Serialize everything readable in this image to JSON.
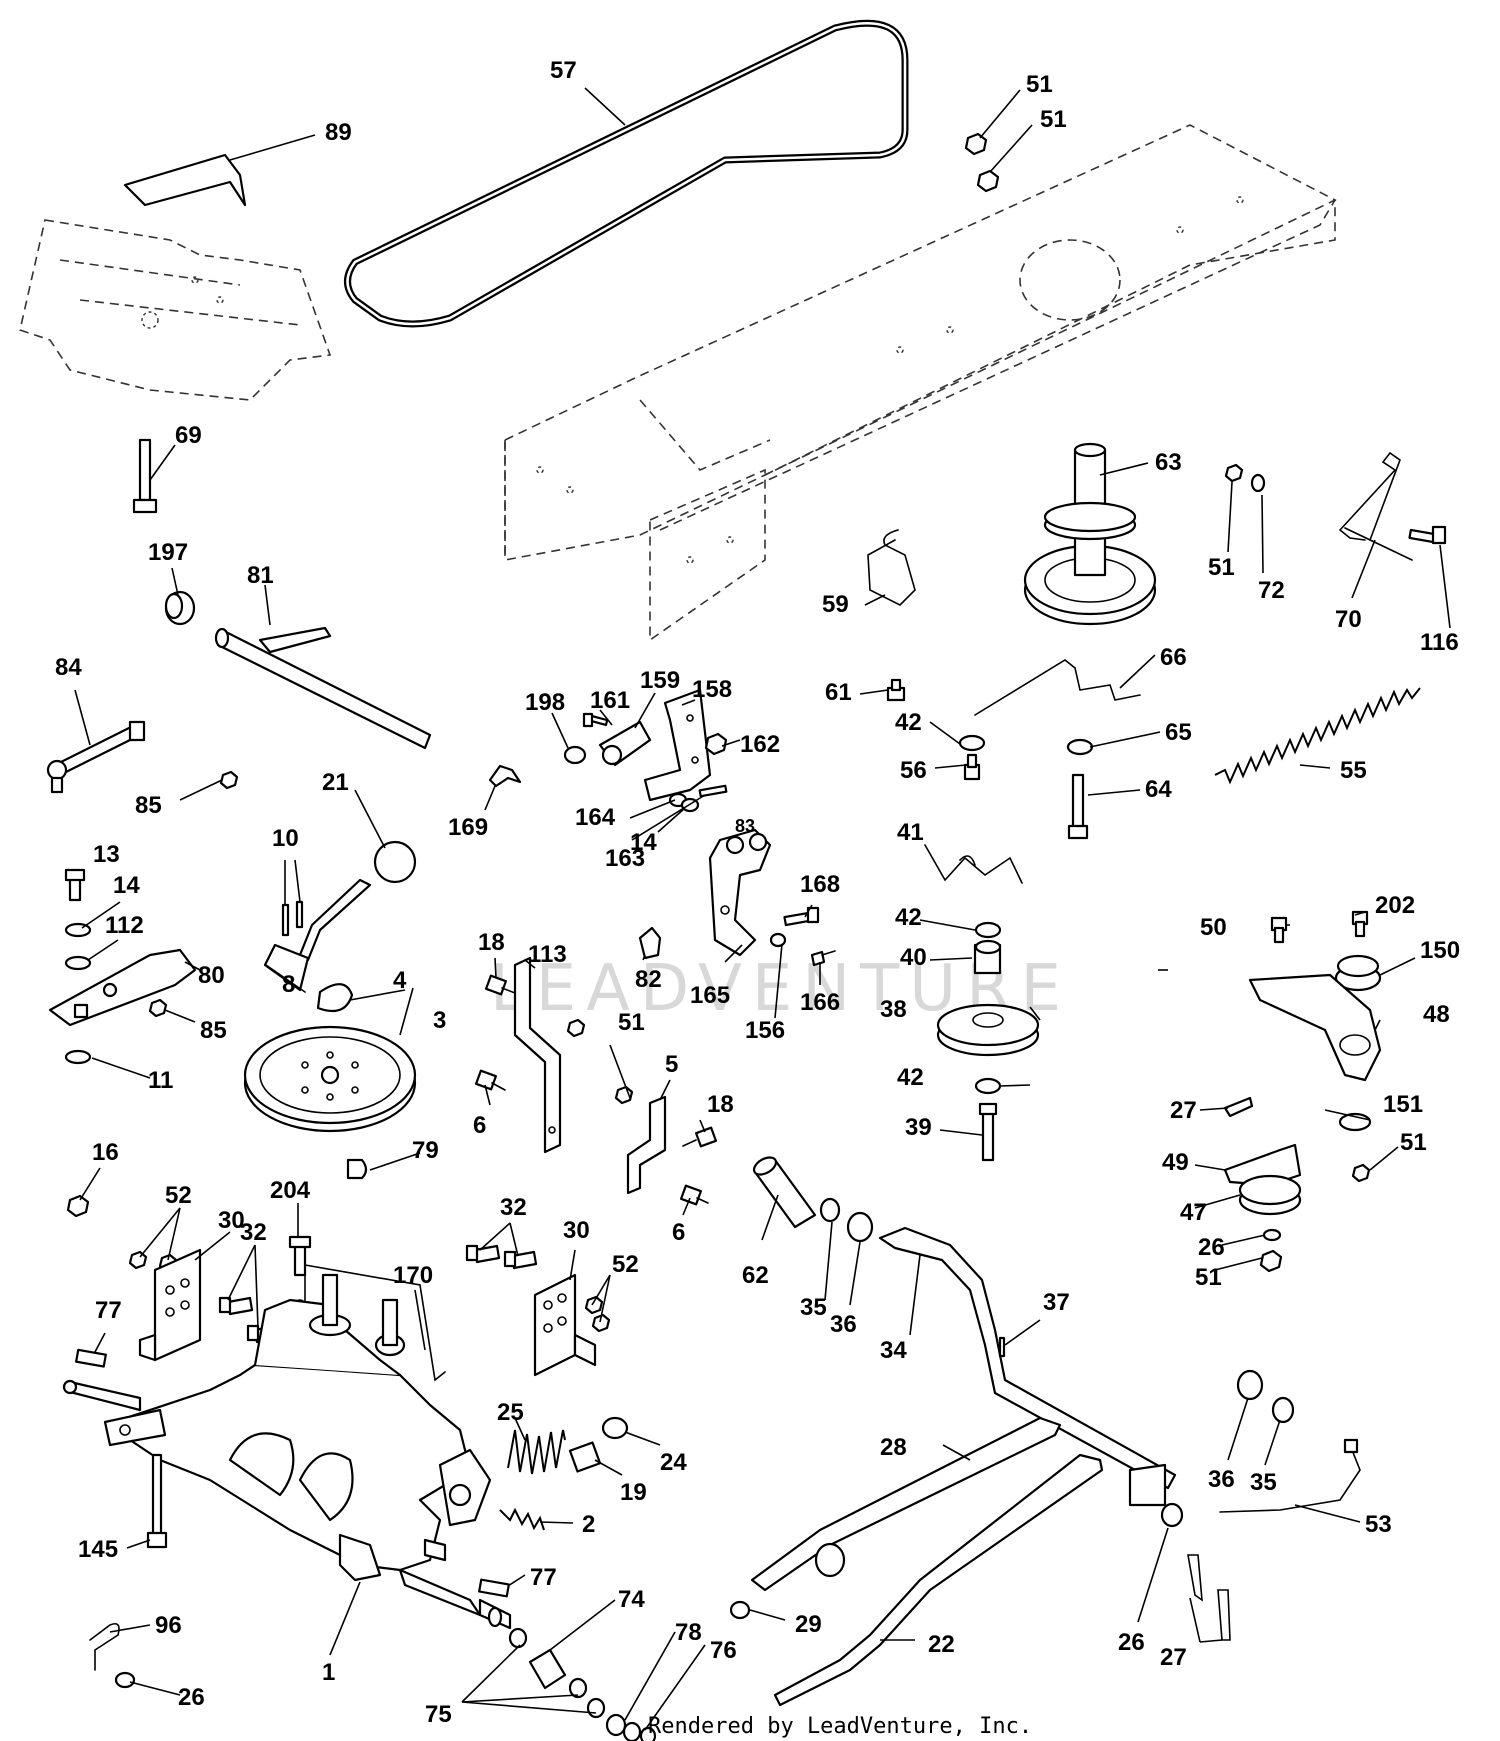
{
  "diagram": {
    "watermark": "LEADVENTURE",
    "credit": "Rendered by LeadVenture, Inc.",
    "callouts": [
      {
        "id": "c57",
        "label": "57"
      },
      {
        "id": "c89",
        "label": "89"
      },
      {
        "id": "c51a",
        "label": "51"
      },
      {
        "id": "c51b",
        "label": "51"
      },
      {
        "id": "c69",
        "label": "69"
      },
      {
        "id": "c63",
        "label": "63"
      },
      {
        "id": "c51c",
        "label": "51"
      },
      {
        "id": "c72",
        "label": "72"
      },
      {
        "id": "c70",
        "label": "70"
      },
      {
        "id": "c116",
        "label": "116"
      },
      {
        "id": "c197",
        "label": "197"
      },
      {
        "id": "c81",
        "label": "81"
      },
      {
        "id": "c59",
        "label": "59"
      },
      {
        "id": "c84",
        "label": "84"
      },
      {
        "id": "c198",
        "label": "198"
      },
      {
        "id": "c161",
        "label": "161"
      },
      {
        "id": "c159",
        "label": "159"
      },
      {
        "id": "c158",
        "label": "158"
      },
      {
        "id": "c61",
        "label": "61"
      },
      {
        "id": "c66",
        "label": "66"
      },
      {
        "id": "c42a",
        "label": "42"
      },
      {
        "id": "c65",
        "label": "65"
      },
      {
        "id": "c162",
        "label": "162"
      },
      {
        "id": "c55",
        "label": "55"
      },
      {
        "id": "c85a",
        "label": "85"
      },
      {
        "id": "c21",
        "label": "21"
      },
      {
        "id": "c169",
        "label": "169"
      },
      {
        "id": "c56",
        "label": "56"
      },
      {
        "id": "c64",
        "label": "64"
      },
      {
        "id": "c164",
        "label": "164"
      },
      {
        "id": "c14a",
        "label": "14"
      },
      {
        "id": "c83",
        "label": "83"
      },
      {
        "id": "c10",
        "label": "10"
      },
      {
        "id": "c41",
        "label": "41"
      },
      {
        "id": "c13",
        "label": "13"
      },
      {
        "id": "c163",
        "label": "163"
      },
      {
        "id": "c14b",
        "label": "14"
      },
      {
        "id": "c168",
        "label": "168"
      },
      {
        "id": "c42b",
        "label": "42"
      },
      {
        "id": "c112",
        "label": "112"
      },
      {
        "id": "c50",
        "label": "50"
      },
      {
        "id": "c202",
        "label": "202"
      },
      {
        "id": "c18a",
        "label": "18"
      },
      {
        "id": "c113",
        "label": "113"
      },
      {
        "id": "c40",
        "label": "40"
      },
      {
        "id": "c150",
        "label": "150"
      },
      {
        "id": "c80",
        "label": "80"
      },
      {
        "id": "c82",
        "label": "82"
      },
      {
        "id": "c8",
        "label": "8"
      },
      {
        "id": "c4",
        "label": "4"
      },
      {
        "id": "c165",
        "label": "165"
      },
      {
        "id": "c166",
        "label": "166"
      },
      {
        "id": "c38",
        "label": "38"
      },
      {
        "id": "c48",
        "label": "48"
      },
      {
        "id": "c3",
        "label": "3"
      },
      {
        "id": "c51d",
        "label": "51"
      },
      {
        "id": "c85b",
        "label": "85"
      },
      {
        "id": "c156",
        "label": "156"
      },
      {
        "id": "c5",
        "label": "5"
      },
      {
        "id": "c42c",
        "label": "42"
      },
      {
        "id": "c11",
        "label": "11"
      },
      {
        "id": "c27a",
        "label": "27"
      },
      {
        "id": "c151",
        "label": "151"
      },
      {
        "id": "c6a",
        "label": "6"
      },
      {
        "id": "c18b",
        "label": "18"
      },
      {
        "id": "c39",
        "label": "39"
      },
      {
        "id": "c51e",
        "label": "51"
      },
      {
        "id": "c16",
        "label": "16"
      },
      {
        "id": "c79",
        "label": "79"
      },
      {
        "id": "c49",
        "label": "49"
      },
      {
        "id": "c52a",
        "label": "52"
      },
      {
        "id": "c204",
        "label": "204"
      },
      {
        "id": "c47",
        "label": "47"
      },
      {
        "id": "c32a",
        "label": "32"
      },
      {
        "id": "c30a",
        "label": "30"
      },
      {
        "id": "c6b",
        "label": "6"
      },
      {
        "id": "c30b",
        "label": "30"
      },
      {
        "id": "c26a",
        "label": "26"
      },
      {
        "id": "c32b",
        "label": "32"
      },
      {
        "id": "c52b",
        "label": "52"
      },
      {
        "id": "c62",
        "label": "62"
      },
      {
        "id": "c51f",
        "label": "51"
      },
      {
        "id": "c170",
        "label": "170"
      },
      {
        "id": "c35a",
        "label": "35"
      },
      {
        "id": "c36a",
        "label": "36"
      },
      {
        "id": "c37",
        "label": "37"
      },
      {
        "id": "c77a",
        "label": "77"
      },
      {
        "id": "c34",
        "label": "34"
      },
      {
        "id": "c25",
        "label": "25"
      },
      {
        "id": "c24",
        "label": "24"
      },
      {
        "id": "c28",
        "label": "28"
      },
      {
        "id": "c19",
        "label": "19"
      },
      {
        "id": "c36b",
        "label": "36"
      },
      {
        "id": "c35b",
        "label": "35"
      },
      {
        "id": "c2",
        "label": "2"
      },
      {
        "id": "c53",
        "label": "53"
      },
      {
        "id": "c145",
        "label": "145"
      },
      {
        "id": "c77b",
        "label": "77"
      },
      {
        "id": "c74",
        "label": "74"
      },
      {
        "id": "c96",
        "label": "96"
      },
      {
        "id": "c29",
        "label": "29"
      },
      {
        "id": "c78",
        "label": "78"
      },
      {
        "id": "c1",
        "label": "1"
      },
      {
        "id": "c76",
        "label": "76"
      },
      {
        "id": "c22",
        "label": "22"
      },
      {
        "id": "c26b",
        "label": "26"
      },
      {
        "id": "c27b",
        "label": "27"
      },
      {
        "id": "c26c",
        "label": "26"
      },
      {
        "id": "c75",
        "label": "75"
      }
    ]
  }
}
